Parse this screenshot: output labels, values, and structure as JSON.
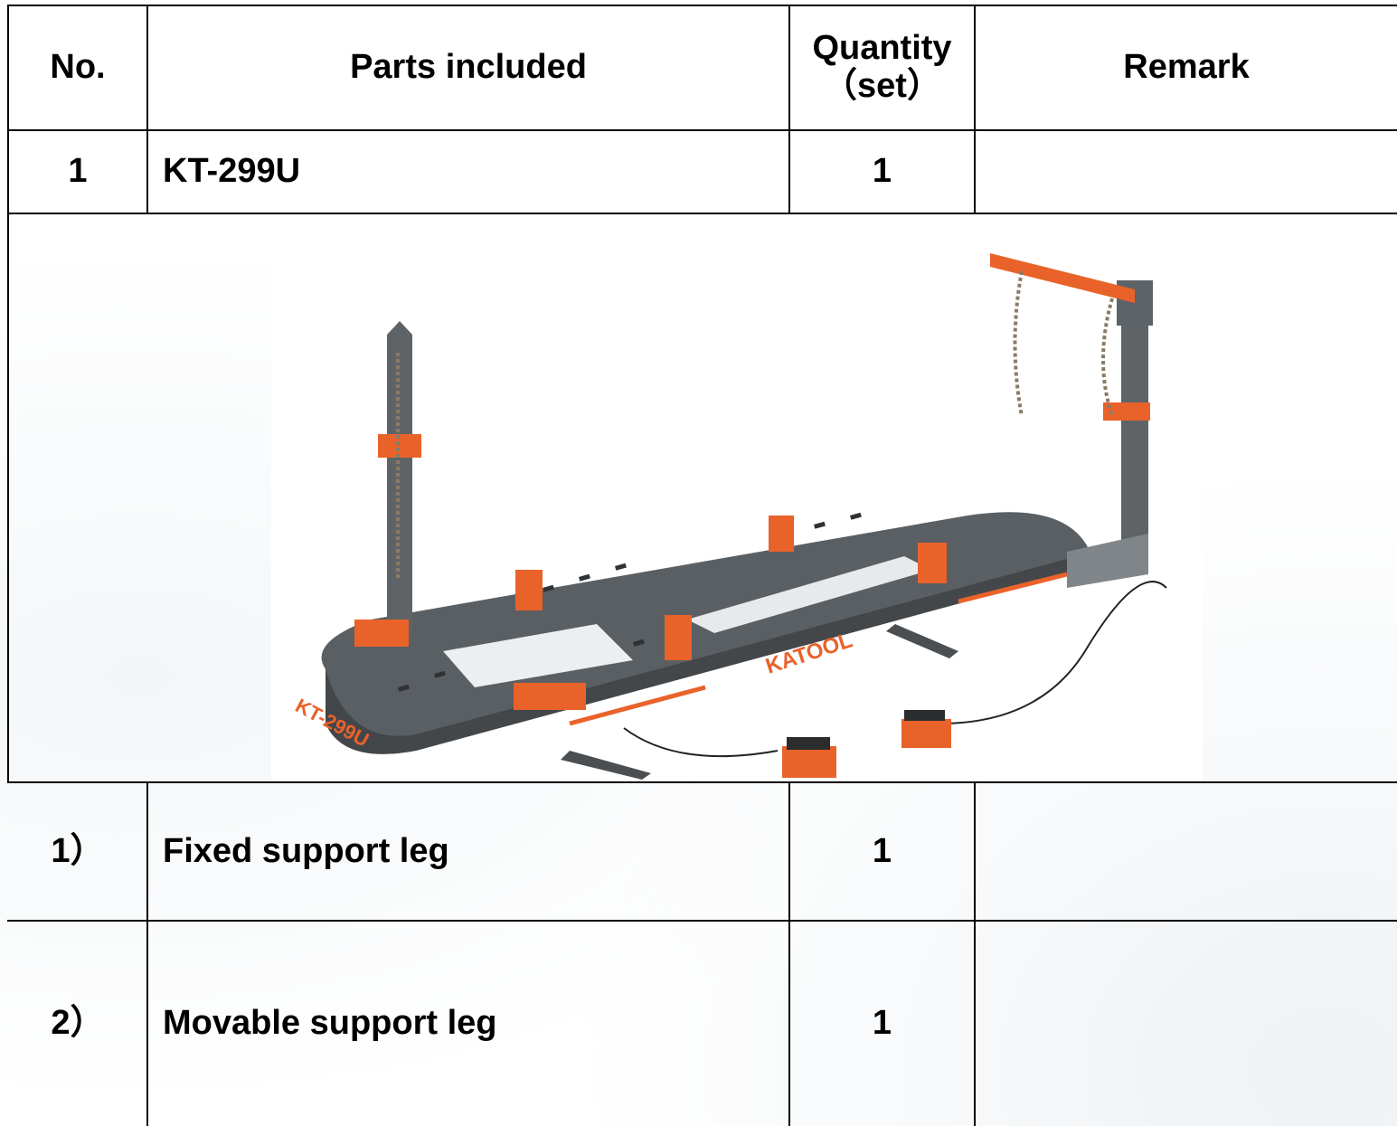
{
  "header": {
    "no": "No.",
    "parts": "Parts included",
    "quantity_line1": "Quantity",
    "quantity_line2": "（set）",
    "remark": "Remark"
  },
  "main_row": {
    "no": "1",
    "part": "KT-299U",
    "quantity": "1",
    "remark": ""
  },
  "product_image": {
    "brand_label": "KATOOL",
    "model_label": "KT-299U",
    "colors": {
      "frame": "#5a5f63",
      "accent": "#e9622a"
    }
  },
  "sub_rows": [
    {
      "no": "1）",
      "part": "Fixed support leg",
      "quantity": "1",
      "remark": ""
    },
    {
      "no": "2）",
      "part": "Movable support leg",
      "quantity": "1",
      "remark": ""
    }
  ]
}
